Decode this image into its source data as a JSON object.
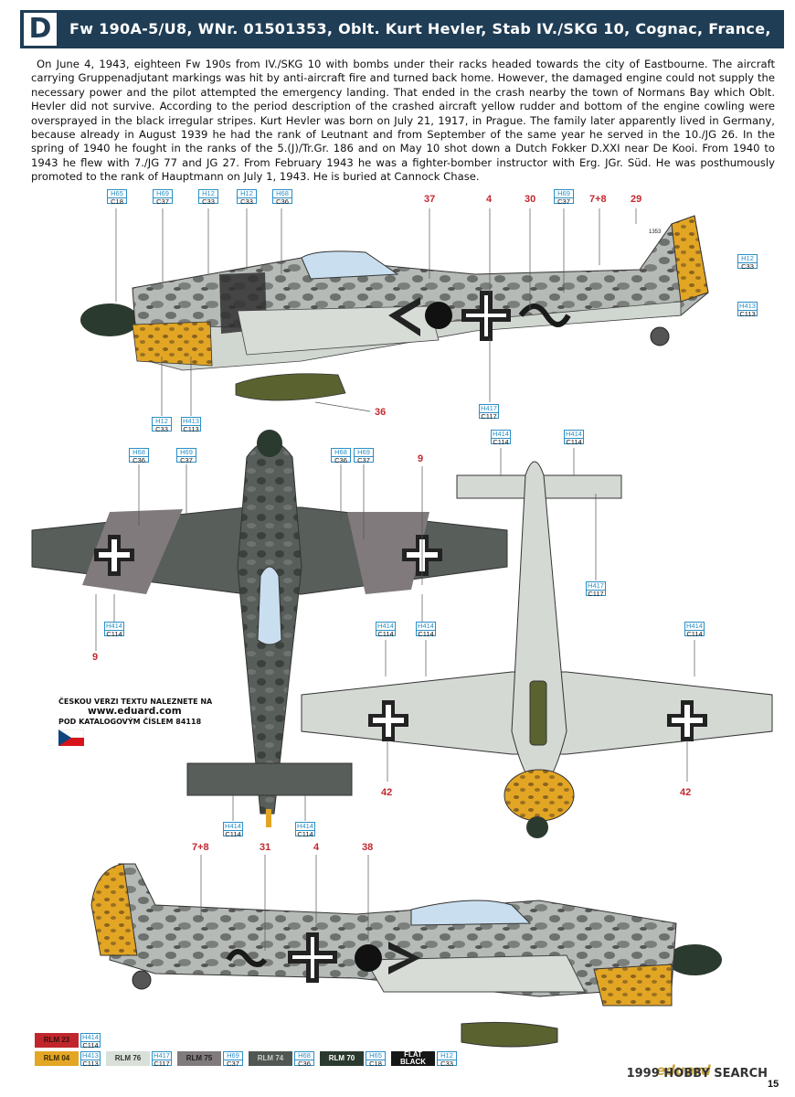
{
  "header": {
    "letter": "D",
    "title": "Fw 190A-5/U8, WNr. 01501353, Oblt. Kurt Hevler, Stab IV./SKG 10, Cognac, France, June 1943"
  },
  "description": "On June 4, 1943, eighteen Fw 190s from IV./SKG 10 with bombs under their racks headed towards the city of Eastbourne. The aircraft carrying Gruppenadjutant markings was hit by anti-aircraft fire and turned back home. However, the damaged engine could not supply the necessary power and the pilot attempted the emergency landing. That ended in the crash nearby the town of Normans Bay which Oblt. Hevler did not survive. According to the period description of the crashed aircraft yellow rudder and bottom of the engine cowling were oversprayed in the black irregular stripes. Kurt Hevler was born on July 21, 1917, in Prague. The family later apparently lived in Germany, because already in August 1939 he had the rank of Leutnant and from September of the same year he served in the 10./JG 26. In the spring of 1940 he fought in the ranks of the 5.(J)/Tr.Gr. 186 and on May 10 shot down a Dutch Fokker D.XXI near De Kooi. From 1940 to 1943 he flew with 7./JG 77 and JG 27. From February 1943 he was a fighter-bomber instructor with Erg. JGr. Süd. He was posthumously promoted to the rank of Hauptmann on July 1, 1943. He is buried at Cannock Chase.",
  "side_left": {
    "codes": [
      {
        "h": "H65",
        "c": "C18"
      },
      {
        "h": "H69",
        "c": "C37"
      },
      {
        "h": "H12",
        "c": "C33"
      },
      {
        "h": "H12",
        "c": "C33"
      },
      {
        "h": "H68",
        "c": "C36"
      },
      {
        "h": "H69",
        "c": "C37"
      },
      {
        "h": "H12",
        "c": "C33"
      },
      {
        "h": "H413",
        "c": "C113"
      },
      {
        "h": "H12",
        "c": "C33"
      },
      {
        "h": "H413",
        "c": "C113"
      },
      {
        "h": "H417",
        "c": "C117"
      }
    ],
    "numbers": [
      "37",
      "4",
      "30",
      "7+8",
      "29",
      "36"
    ],
    "tail_serial": "1353"
  },
  "top_view": {
    "codes": [
      {
        "h": "H68",
        "c": "C36"
      },
      {
        "h": "H69",
        "c": "C37"
      },
      {
        "h": "H68",
        "c": "C36"
      },
      {
        "h": "H69",
        "c": "C37"
      },
      {
        "h": "H414",
        "c": "C114"
      },
      {
        "h": "H414",
        "c": "C114"
      },
      {
        "h": "H414",
        "c": "C114"
      },
      {
        "h": "H414",
        "c": "C114"
      }
    ],
    "numbers": [
      "9",
      "9"
    ]
  },
  "bottom_view": {
    "codes": [
      {
        "h": "H414",
        "c": "C114"
      },
      {
        "h": "H414",
        "c": "C114"
      },
      {
        "h": "H417",
        "c": "C117"
      },
      {
        "h": "H414",
        "c": "C114"
      },
      {
        "h": "H414",
        "c": "C114"
      }
    ],
    "numbers": [
      "42",
      "42"
    ]
  },
  "side_right": {
    "numbers": [
      "7+8",
      "31",
      "4",
      "38"
    ]
  },
  "czech_note": {
    "line1": "ČESKOU VERZI TEXTU NALEZNETE NA",
    "url": "www.eduard.com",
    "line3": "POD KATALOGOVÝM ČÍSLEM 84118"
  },
  "legend": [
    {
      "name": "RLM 23",
      "h": "H414",
      "c": "C114",
      "color": "#c0262c",
      "text": "#3a1010"
    },
    {
      "name": "RLM 04",
      "h": "H413",
      "c": "C113",
      "color": "#e3a625",
      "text": "#3a2a00"
    },
    {
      "name": "RLM 76",
      "h": "H417",
      "c": "C117",
      "color": "#d9dfd9",
      "text": "#333333"
    },
    {
      "name": "RLM 75",
      "h": "H69",
      "c": "C37",
      "color": "#807a7c",
      "text": "#222222"
    },
    {
      "name": "RLM 74",
      "h": "H68",
      "c": "C36",
      "color": "#505652",
      "text": "#cccccc"
    },
    {
      "name": "RLM 70",
      "h": "H65",
      "c": "C18",
      "color": "#2b3a2f",
      "text": "#ffffff"
    },
    {
      "name": "FLAT BLACK",
      "h": "H12",
      "c": "C33",
      "color": "#161616",
      "text": "#ffffff"
    }
  ],
  "colors": {
    "header_bg": "#1f3d55",
    "callout_red": "#c3282e",
    "code_blue": "#2a8fc6"
  },
  "brand": "eduard",
  "watermark": "1999 HOBBY SEARCH",
  "page_number": "15"
}
